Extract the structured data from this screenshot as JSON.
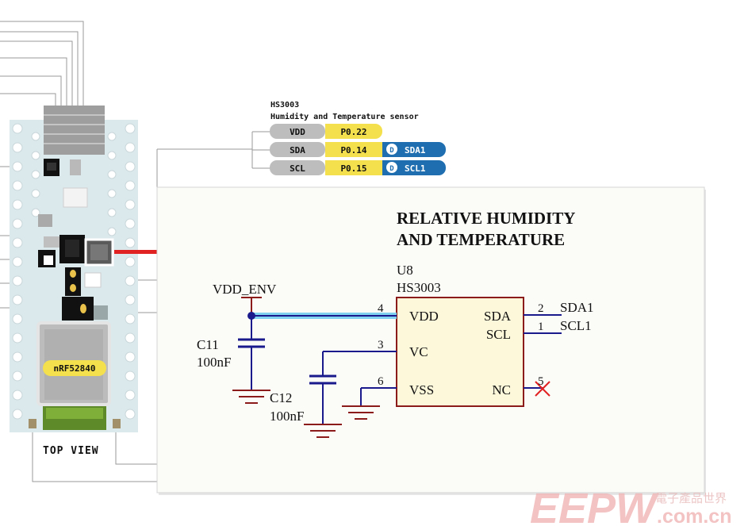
{
  "sensor": {
    "title": "HS3003",
    "subtitle": "Humidity and Temperature sensor",
    "pins": [
      {
        "name": "VDD",
        "port": "P0.22",
        "func": ""
      },
      {
        "name": "SDA",
        "port": "P0.14",
        "func": "SDA1"
      },
      {
        "name": "SCL",
        "port": "P0.15",
        "func": "SCL1"
      }
    ],
    "func_badge": "D"
  },
  "board": {
    "chip_label": "nRF52840",
    "view_label": "TOP VIEW"
  },
  "schematic": {
    "heading_line1": "RELATIVE HUMIDITY",
    "heading_line2": "AND TEMPERATURE",
    "ref": "U8",
    "part": "HS3003",
    "supply_net": "VDD_ENV",
    "pins_left": [
      {
        "num": "4",
        "name": "VDD"
      },
      {
        "num": "3",
        "name": "VC"
      },
      {
        "num": "6",
        "name": "VSS"
      }
    ],
    "pins_right": [
      {
        "num": "2",
        "name": "SDA",
        "net": "SDA1"
      },
      {
        "num": "1",
        "name": "SCL",
        "net": "SCL1"
      },
      {
        "num": "5",
        "name": "NC",
        "net": ""
      }
    ],
    "caps": [
      {
        "ref": "C11",
        "value": "100nF"
      },
      {
        "ref": "C12",
        "value": "100nF"
      }
    ]
  },
  "watermark": {
    "logo": "EEPW",
    "domain": ".com.cn",
    "cn": "電子產品世界"
  },
  "colors": {
    "wire": "#1a1a8c",
    "part_outline": "#8b1a1a",
    "highlight": "#7fd3f0",
    "pin_gray": "#bdbdbd",
    "port_yellow": "#f4e04d",
    "func_blue": "#1f6fb0",
    "board": "#dce9ec",
    "callout": "#e02222"
  }
}
